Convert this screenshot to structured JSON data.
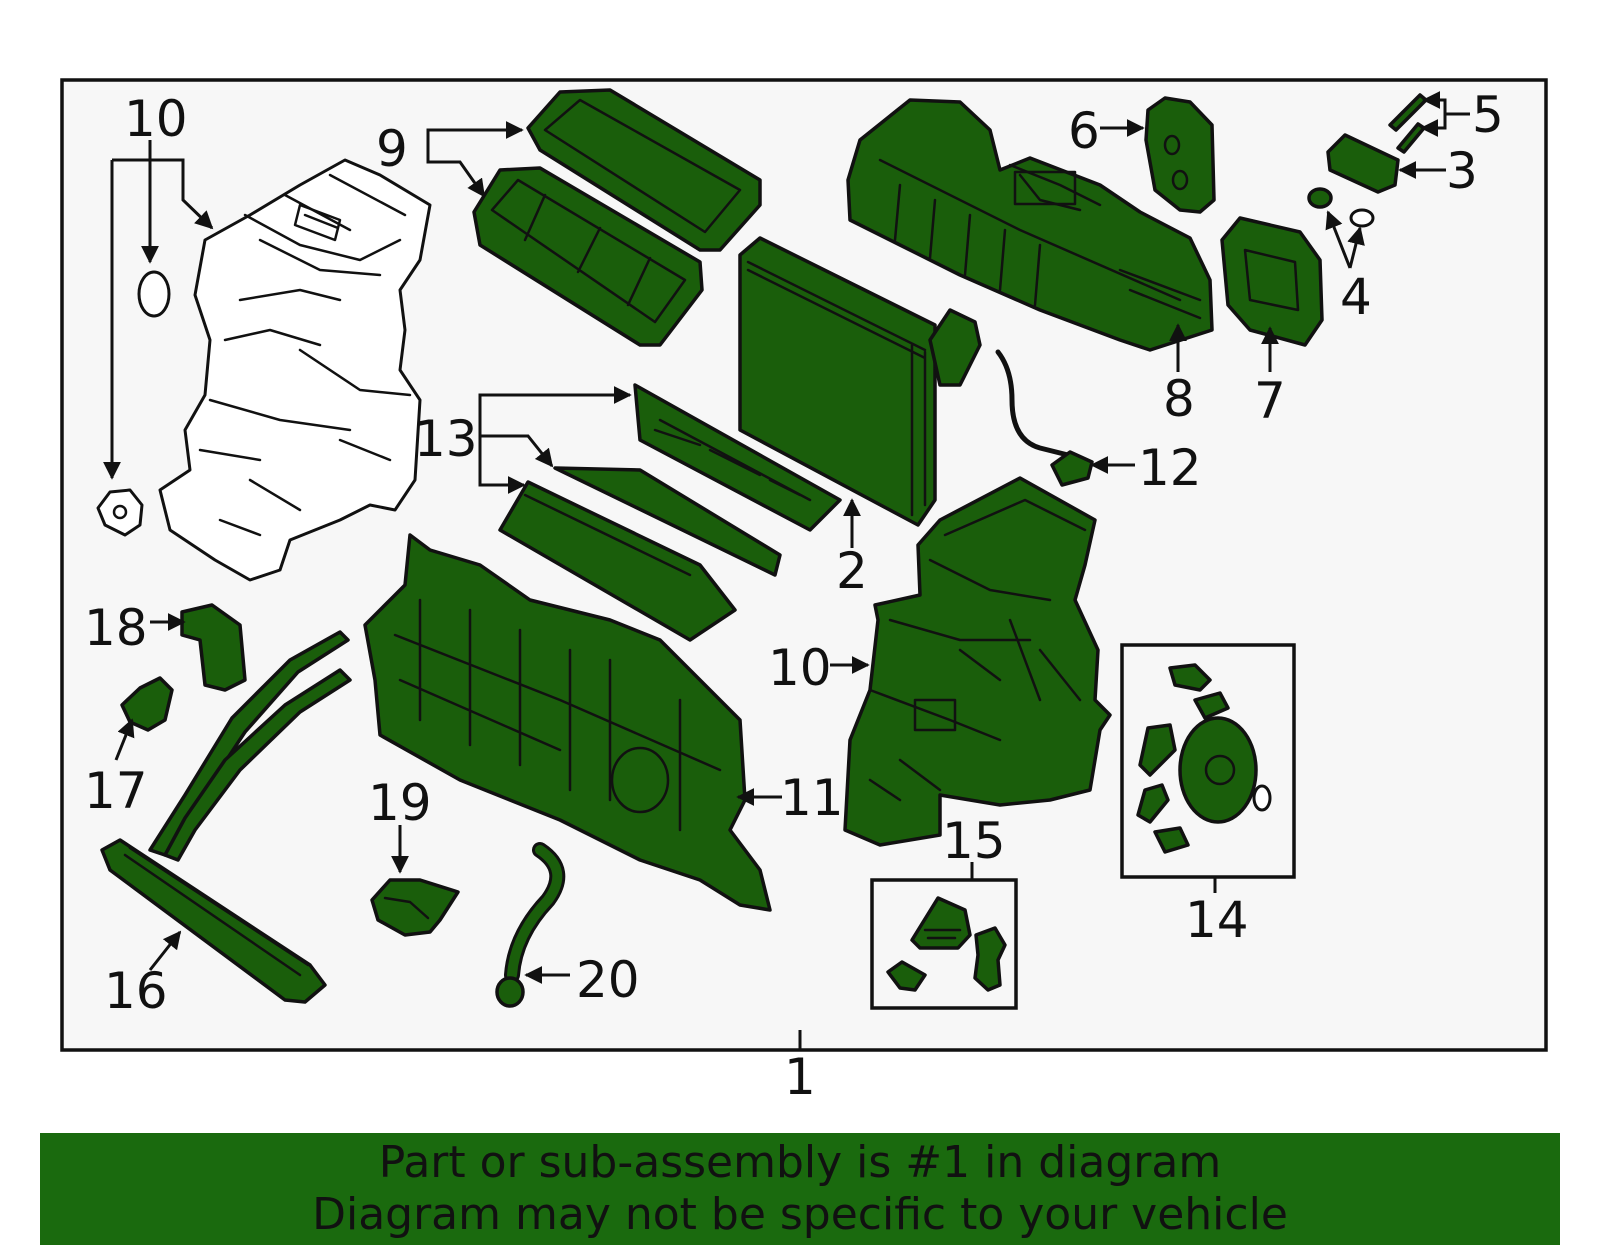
{
  "callouts": {
    "c1": "1",
    "c2": "2",
    "c3": "3",
    "c4": "4",
    "c5": "5",
    "c6": "6",
    "c7": "7",
    "c8": "8",
    "c9": "9",
    "c10a": "10",
    "c10b": "10",
    "c11": "11",
    "c12": "12",
    "c13": "13",
    "c14": "14",
    "c15": "15",
    "c16": "16",
    "c17": "17",
    "c18": "18",
    "c19": "19",
    "c20": "20"
  },
  "banner": {
    "line1": "Part or sub-assembly is #1 in diagram",
    "line2": "Diagram may not be specific to your vehicle"
  },
  "colors": {
    "part_fill": "#1a5e0b",
    "banner_fill": "#1a6a0e",
    "outline": "#111111"
  }
}
